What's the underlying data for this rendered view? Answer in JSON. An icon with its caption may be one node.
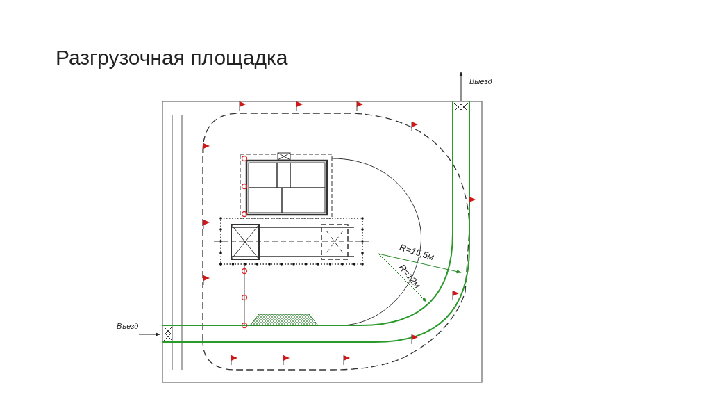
{
  "diagram": {
    "title": "Разгрузочная площадка",
    "labels": [
      "Выезд",
      "Въезд",
      "R=15,5м",
      "R=12м"
    ]
  }
}
